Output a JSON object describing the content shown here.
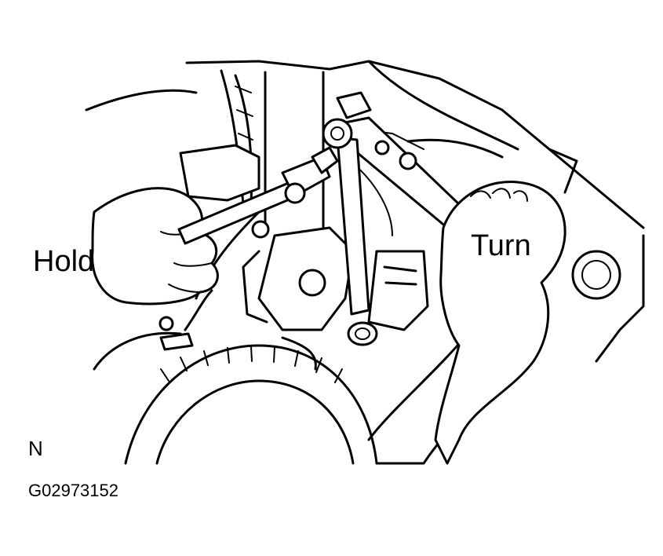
{
  "labels": {
    "hold": "Hold",
    "turn": "Turn",
    "view_marker": "N",
    "figure_code": "G02973152"
  },
  "colors": {
    "line": "#000000",
    "background": "#ffffff"
  }
}
